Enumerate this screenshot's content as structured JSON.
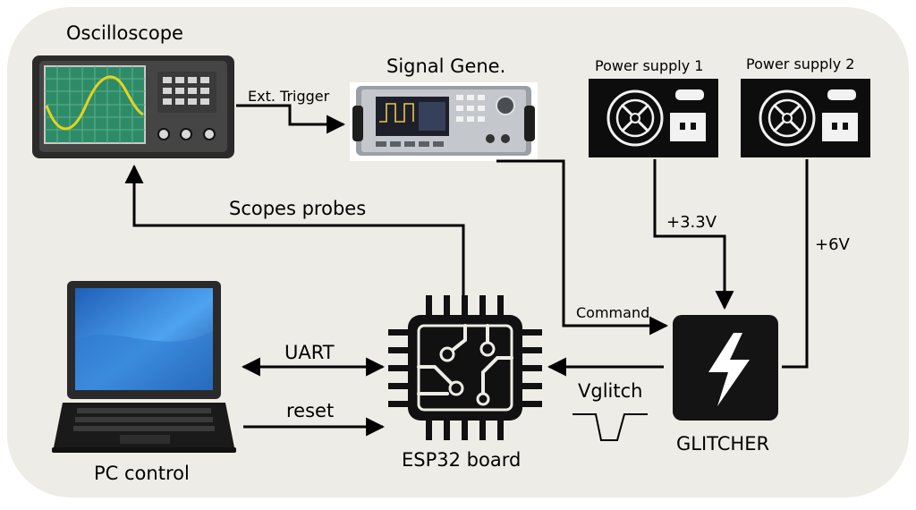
{
  "diagram": {
    "nodes": {
      "oscilloscope": "Oscilloscope",
      "signal_generator": "Signal Gene.",
      "power_supply_1": "Power supply 1",
      "power_supply_2": "Power supply 2",
      "pc": "PC control",
      "esp32": "ESP32 board",
      "glitcher": "GLITCHER"
    },
    "edges": {
      "ext_trigger": "Ext. Trigger",
      "scope_probes": "Scopes probes",
      "v33": "+3.3V",
      "v6": "+6V",
      "command": "Command",
      "uart": "UART",
      "reset": "reset",
      "vglitch": "Vglitch"
    }
  },
  "colors": {
    "background_panel": "#eeece6",
    "line": "#000000",
    "device_dark": "#1a1a1a",
    "scope_screen": "#2e8b68",
    "scope_trace": "#e6d21e",
    "laptop_screen": "#3f8ee0"
  }
}
